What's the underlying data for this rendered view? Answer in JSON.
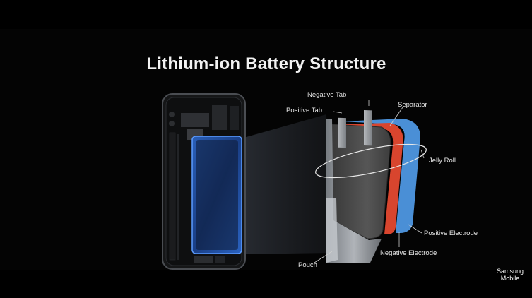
{
  "slide": {
    "title": "Lithium-ion Battery Structure",
    "labels": {
      "negative_tab": "Negative Tab",
      "positive_tab": "Positive Tab",
      "separator": "Separator",
      "jelly_roll": "Jelly Roll",
      "positive_electrode": "Positive Electrode",
      "negative_electrode": "Negative Electrode",
      "pouch": "Pouch"
    }
  },
  "watermark": {
    "line1": "Samsung",
    "line2": "Mobile"
  },
  "colors": {
    "background": "#040404",
    "battery_glow": "#3f7fe0",
    "separator_red": "#d8452e",
    "positive_electrode_blue": "#4a8fd6",
    "jelly_roll_gray": "#4a4a4a",
    "pouch_silver": "#9a9ea4"
  }
}
